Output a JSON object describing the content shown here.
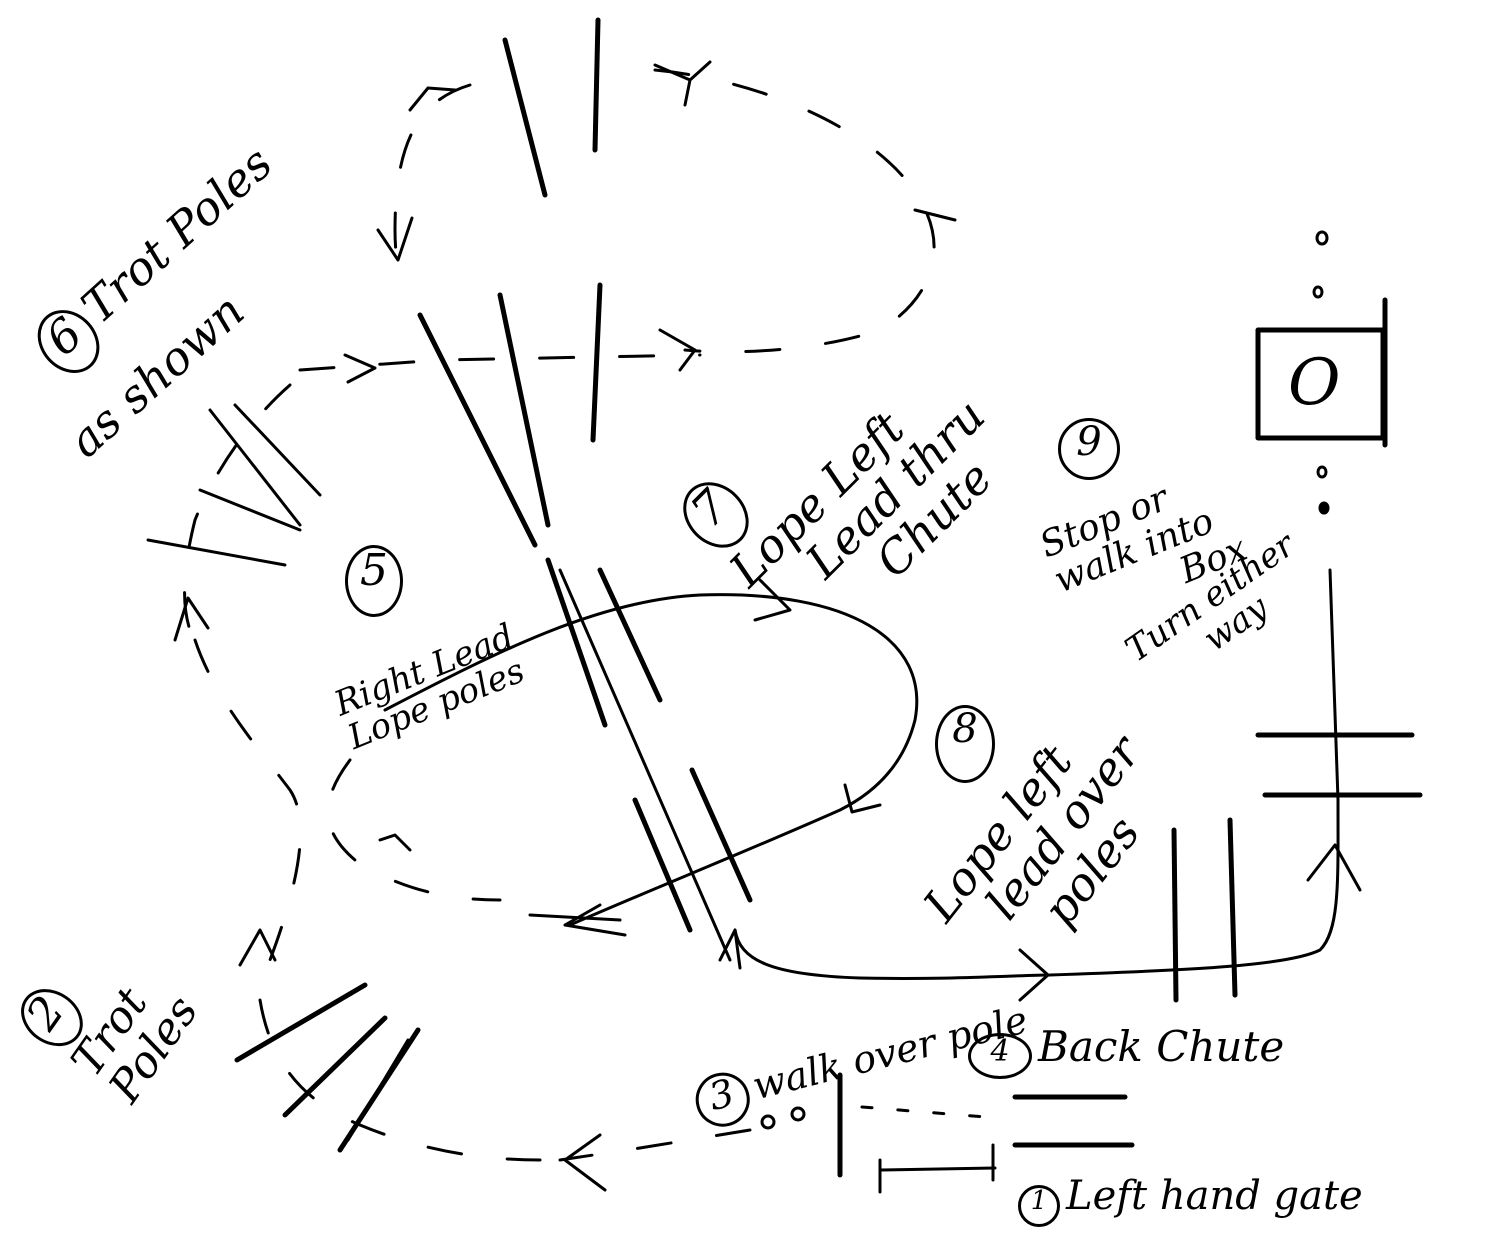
{
  "labels": {
    "trot_poles_top": {
      "number": "6",
      "line1": "Trot Poles",
      "line2": "as shown"
    },
    "trot_poles_bottom": {
      "number": "2",
      "line1": "Trot",
      "line2": "Poles"
    },
    "right_lead_lope": {
      "number": "5",
      "line1": "Right Lead",
      "line2": "Lope poles"
    },
    "lope_left_chute": {
      "number": "7",
      "line1": "Lope Left",
      "line2": "Lead thru",
      "line3": "Chute"
    },
    "stop_box": {
      "number": "9",
      "line1": "Stop or",
      "line2": "walk into",
      "line3": "Box",
      "line4": "Turn either",
      "line5": "way"
    },
    "lope_left_poles": {
      "number": "8",
      "line1": "Lope left",
      "line2": "lead over",
      "line3": "poles"
    },
    "walk_over_pole": {
      "number": "3",
      "line1": "walk over pole"
    },
    "back_chute": {
      "number": "4",
      "line1": "Back Chute"
    },
    "left_hand_gate": {
      "number": "1",
      "line1": "Left hand gate"
    },
    "box_marker": "O"
  }
}
